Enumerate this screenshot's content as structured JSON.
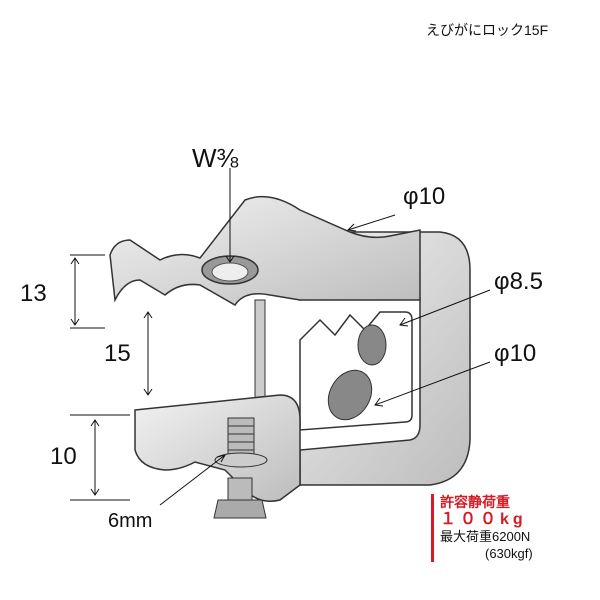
{
  "title": "えびがにロック15F",
  "labels": {
    "thread": "W⅜",
    "hole_top": "φ10",
    "hole_mid": "φ8.5",
    "hole_low": "φ10",
    "dim_13": "13",
    "dim_15": "15",
    "dim_10": "10",
    "bolt": "6mm"
  },
  "load": {
    "title": "許容静荷重",
    "value": "１００kg",
    "max": "最大荷重6200N",
    "max_kgf": "(630kgf)"
  },
  "colors": {
    "accent": "#d61b24",
    "metal": "#d4d4d4"
  }
}
